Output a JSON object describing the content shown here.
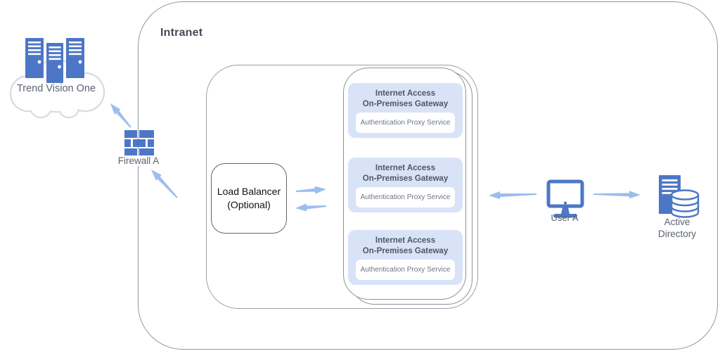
{
  "colors": {
    "icon_blue": "#4d77c6",
    "arrow_blue": "#9cbdee",
    "card_bg": "#d9e3f8",
    "card_title": "#4e5768",
    "service_text": "#6e7585",
    "label_gray": "#5b6270",
    "heading": "#434a57",
    "cloud_outline": "#d6dbe4"
  },
  "intranet": {
    "label": "Intranet"
  },
  "cloud": {
    "label": "Trend Vision One",
    "icon": "server-cluster-cloud-icon"
  },
  "firewall": {
    "label": "Firewall A",
    "icon": "firewall-brick-icon"
  },
  "load_balancer": {
    "line1": "Load Balancer",
    "line2": "(Optional)"
  },
  "gateways": [
    {
      "title_line1": "Internet Access",
      "title_line2": "On-Premises Gateway",
      "service": "Authentication Proxy Service"
    },
    {
      "title_line1": "Internet Access",
      "title_line2": "On-Premises Gateway",
      "service": "Authentication Proxy Service"
    },
    {
      "title_line1": "Internet Access",
      "title_line2": "On-Premises Gateway",
      "service": "Authentication Proxy Service"
    }
  ],
  "user": {
    "label": "User A",
    "icon": "desktop-monitor-icon"
  },
  "active_directory": {
    "line1": "Active",
    "line2": "Directory",
    "icon": "server-database-icon"
  }
}
